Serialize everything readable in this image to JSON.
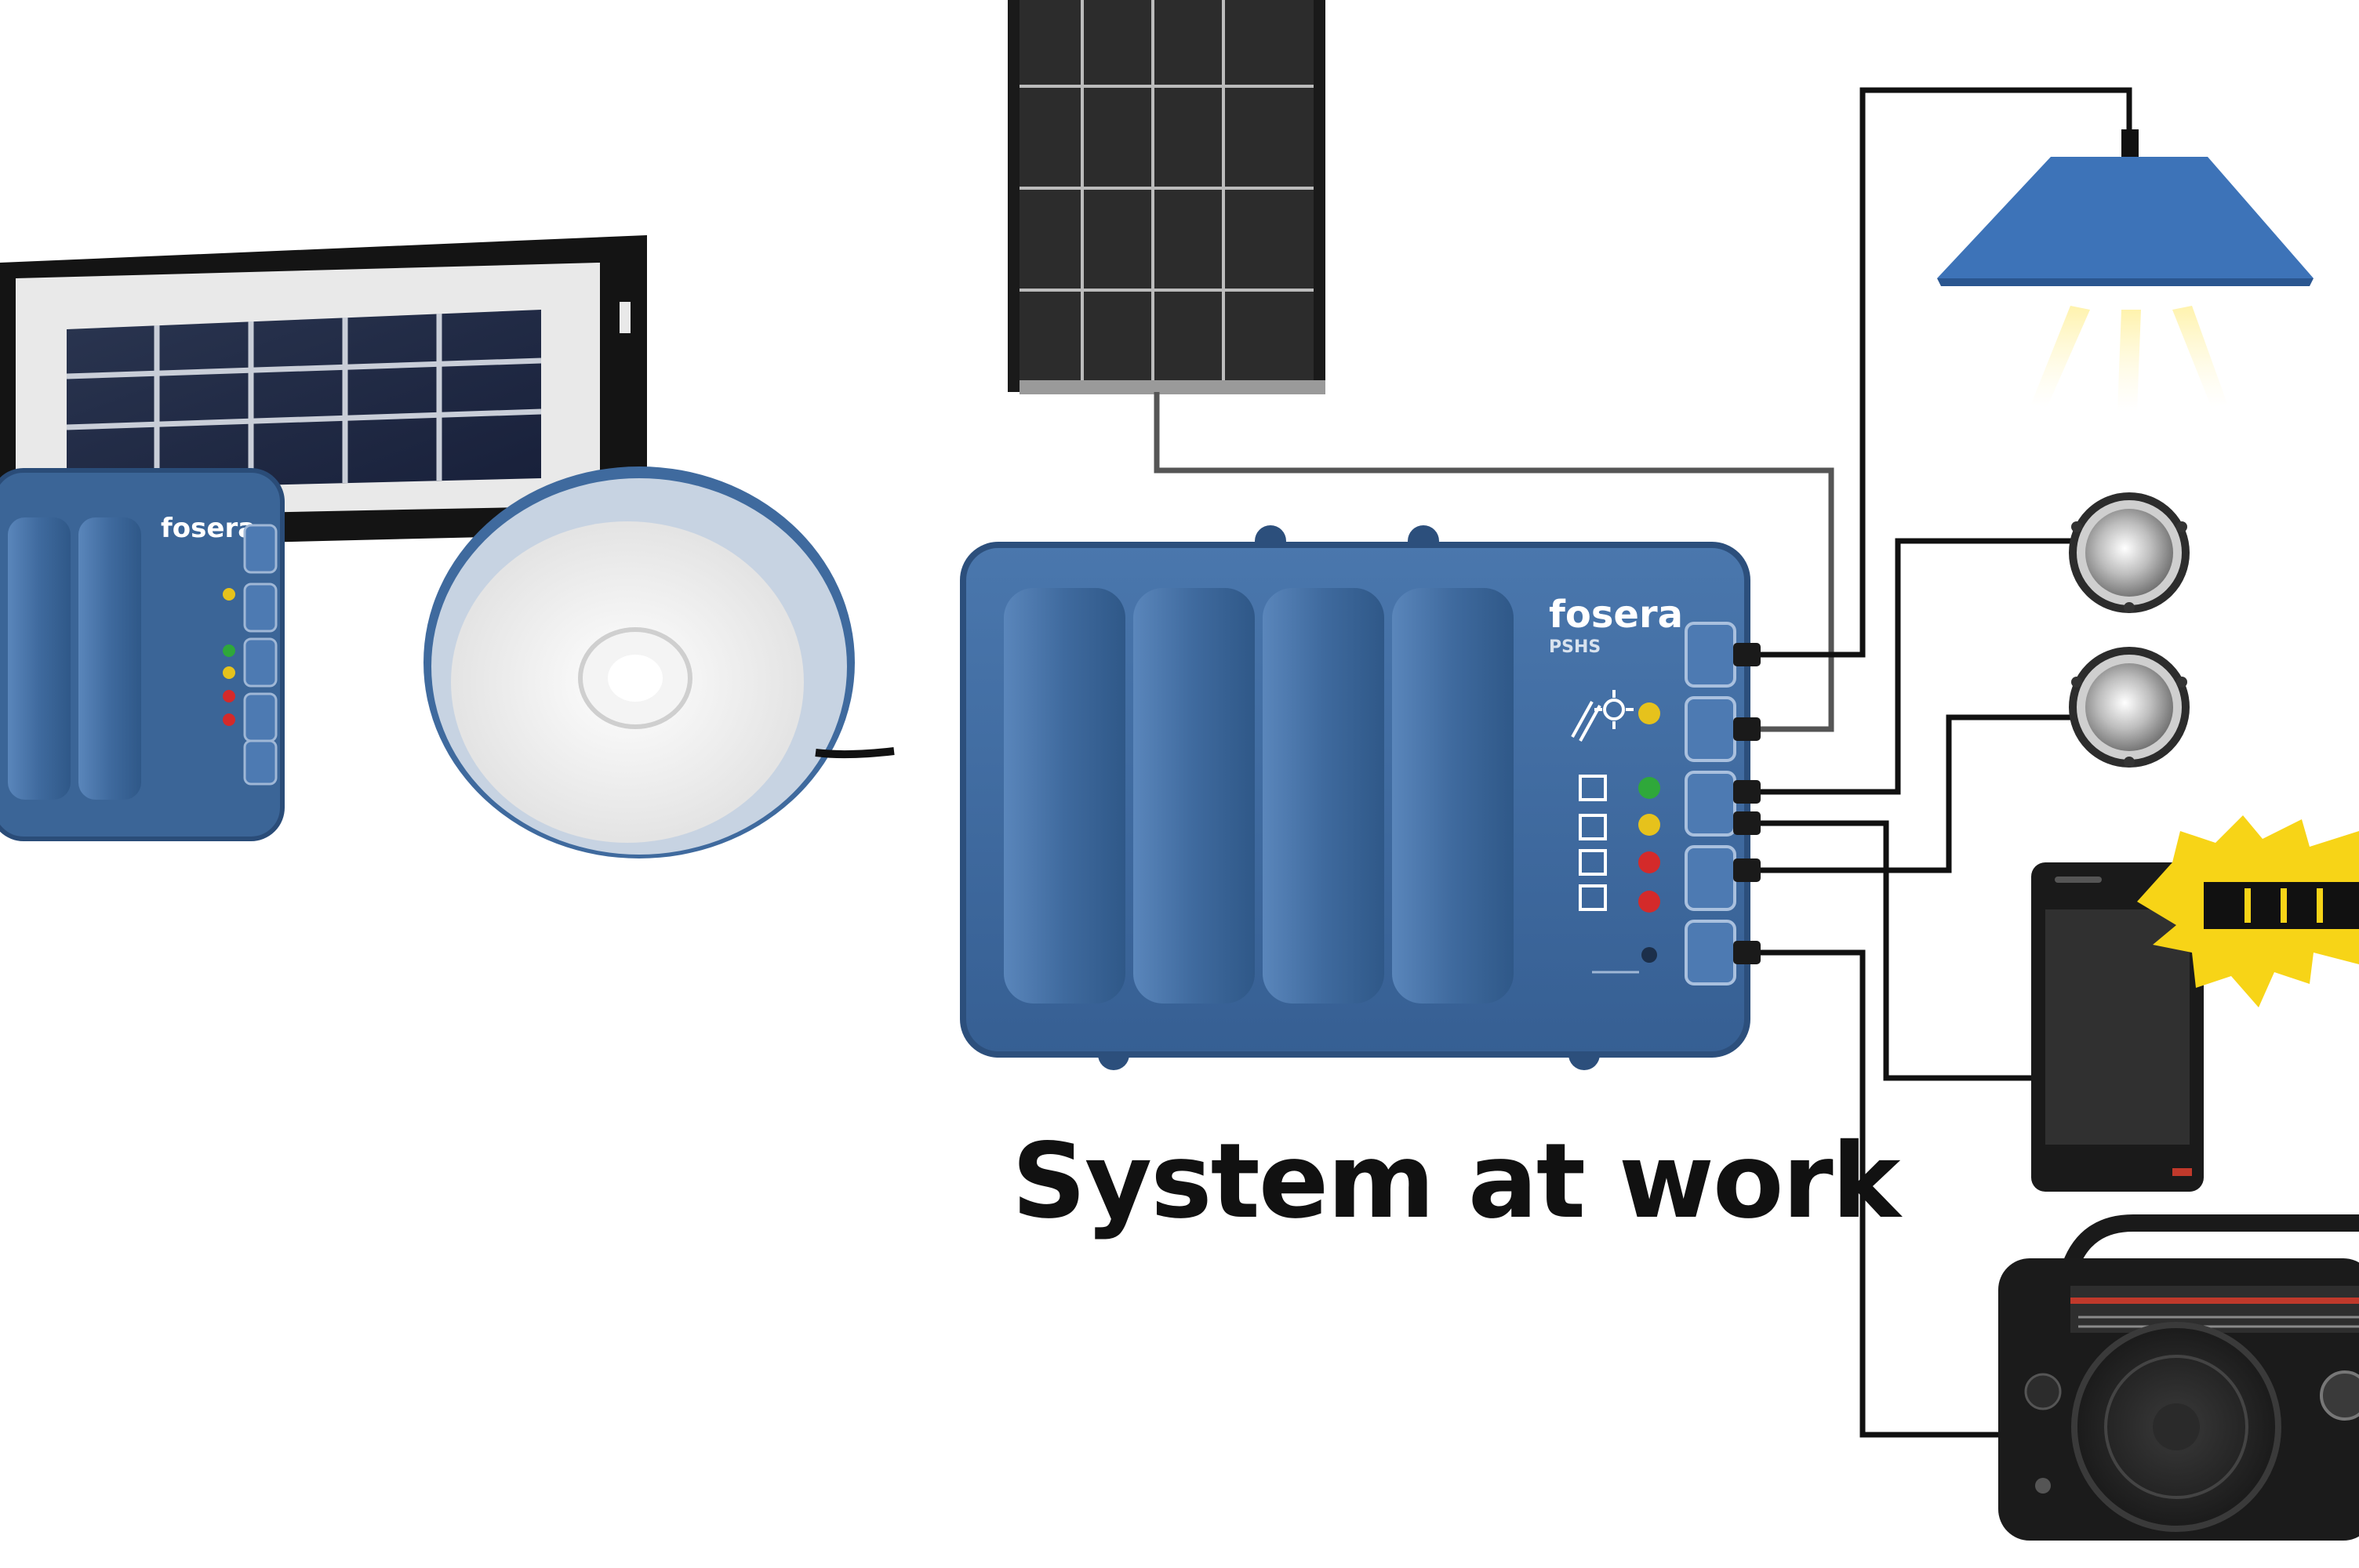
{
  "caption": "System at work",
  "product": {
    "brand": "fosera",
    "model": "PSHS"
  },
  "colors": {
    "enclosure_blue": "#3f6a9e",
    "enclosure_dark": "#2c4f7c",
    "lamp_blue": "#3d73b8",
    "led_green": "#2fa83a",
    "led_yellow": "#e6c21c",
    "led_red": "#d42a2a",
    "charge_burst": "#f7d417",
    "cable": "#111111"
  },
  "icons": [
    "solar-panel-icon",
    "hub-box-icon",
    "ceiling-lamp-icon",
    "spot-light-icon",
    "phone-icon",
    "battery-charging-icon",
    "radio-icon",
    "disc-lamp-icon"
  ]
}
